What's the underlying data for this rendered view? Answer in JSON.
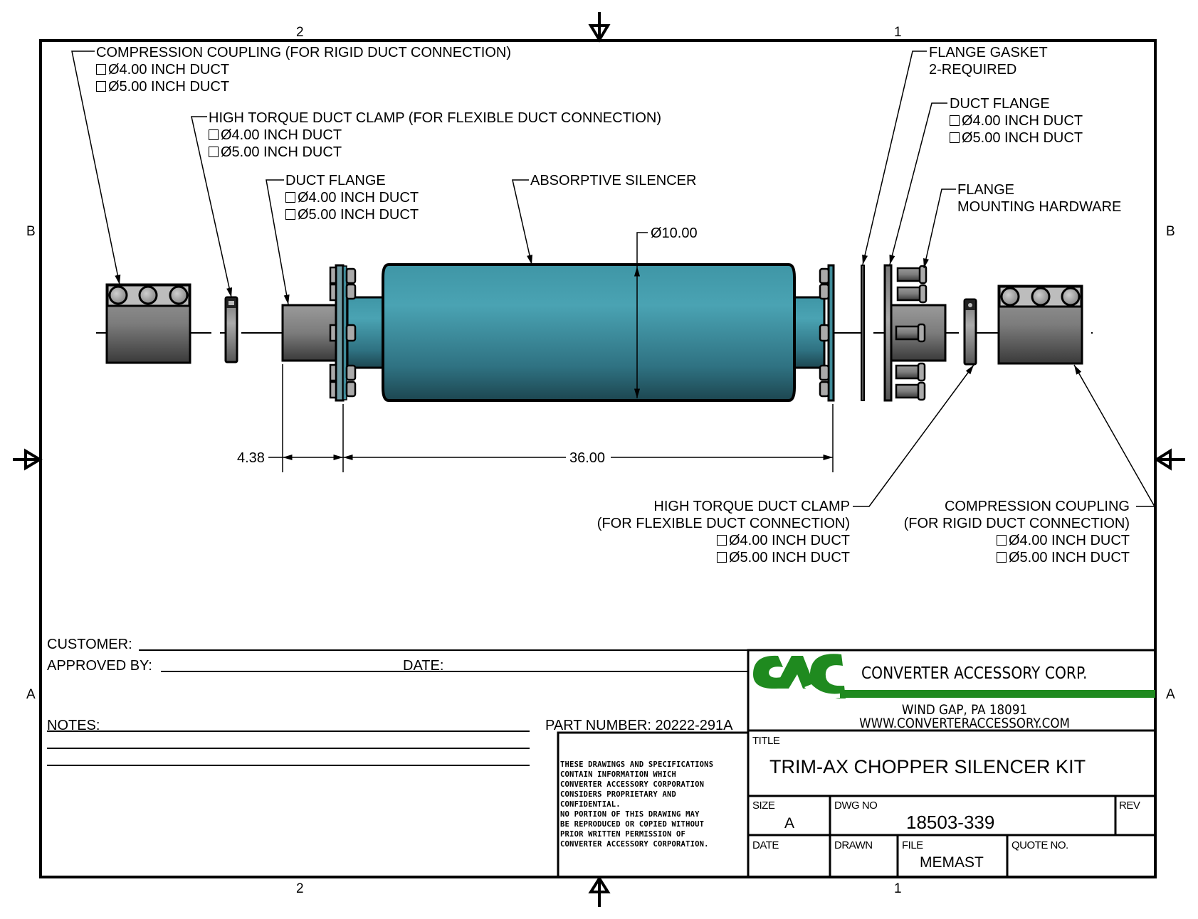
{
  "zones": {
    "top": [
      "2",
      "1"
    ],
    "bottom": [
      "2",
      "1"
    ],
    "left": [
      "B",
      "A"
    ],
    "right": [
      "B",
      "A"
    ]
  },
  "callouts": {
    "compression_coupling_left": {
      "title": "COMPRESSION COUPLING (FOR RIGID DUCT CONNECTION)",
      "options": [
        "Ø4.00 INCH DUCT",
        "Ø5.00 INCH DUCT"
      ]
    },
    "clamp_left": {
      "title": "HIGH TORQUE DUCT CLAMP (FOR FLEXIBLE DUCT CONNECTION)",
      "options": [
        "Ø4.00 INCH DUCT",
        "Ø5.00 INCH DUCT"
      ]
    },
    "duct_flange_left": {
      "title": "DUCT FLANGE",
      "options": [
        "Ø4.00 INCH DUCT",
        "Ø5.00 INCH DUCT"
      ]
    },
    "silencer": {
      "title": "ABSORPTIVE SILENCER"
    },
    "flange_gasket": {
      "title": "FLANGE GASKET",
      "note": "2-REQUIRED"
    },
    "duct_flange_right": {
      "title": "DUCT FLANGE",
      "options": [
        "Ø4.00 INCH DUCT",
        "Ø5.00 INCH DUCT"
      ]
    },
    "hardware": {
      "title": "FLANGE",
      "subtitle": "MOUNTING HARDWARE"
    },
    "clamp_right": {
      "title": "HIGH TORQUE DUCT CLAMP",
      "subtitle": "(FOR FLEXIBLE DUCT CONNECTION)",
      "options": [
        "Ø4.00 INCH DUCT",
        "Ø5.00 INCH DUCT"
      ]
    },
    "compression_coupling_right": {
      "title": "COMPRESSION COUPLING",
      "subtitle": "(FOR RIGID DUCT CONNECTION)",
      "options": [
        "Ø4.00 INCH DUCT",
        "Ø5.00 INCH DUCT"
      ]
    }
  },
  "dimensions": {
    "diameter": "Ø10.00",
    "flange_offset": "4.38",
    "overall_length": "36.00"
  },
  "form": {
    "customer_label": "CUSTOMER:",
    "approved_label": "APPROVED BY:",
    "date_label": "DATE:",
    "notes_label": "NOTES:",
    "part_number": "PART NUMBER: 20222-291A"
  },
  "disclaimer": [
    "THESE DRAWINGS AND SPECIFICATIONS",
    "CONTAIN INFORMATION WHICH",
    "CONVERTER ACCESSORY CORPORATION",
    "CONSIDERS PROPRIETARY AND",
    "CONFIDENTIAL.",
    "NO PORTION OF THIS DRAWING MAY",
    "BE REPRODUCED OR COPIED WITHOUT",
    "PRIOR WRITTEN PERMISSION OF",
    "CONVERTER ACCESSORY CORPORATION."
  ],
  "company": {
    "logo_text": "CAC",
    "name": "CONVERTER ACCESSORY CORP.",
    "address": "WIND GAP, PA 18091",
    "website": "WWW.CONVERTERACCESSORY.COM",
    "brand_color": "#1f8a1f"
  },
  "title_block": {
    "title_label": "TITLE",
    "title": "TRIM-AX CHOPPER SILENCER KIT",
    "size_label": "SIZE",
    "size": "A",
    "dwg_no_label": "DWG NO",
    "dwg_no": "18503-339",
    "rev_label": "REV",
    "rev": "",
    "date_label": "DATE",
    "date": "",
    "drawn_label": "DRAWN",
    "drawn": "",
    "file_label": "FILE",
    "file": "MEMAST",
    "quote_label": "QUOTE NO.",
    "quote": ""
  },
  "colors": {
    "silencer_teal": "#4aa3b3",
    "silencer_teal_dark": "#1d4650",
    "part_gray": "#8a8a8a",
    "part_gray_dark": "#3a3a3a"
  }
}
